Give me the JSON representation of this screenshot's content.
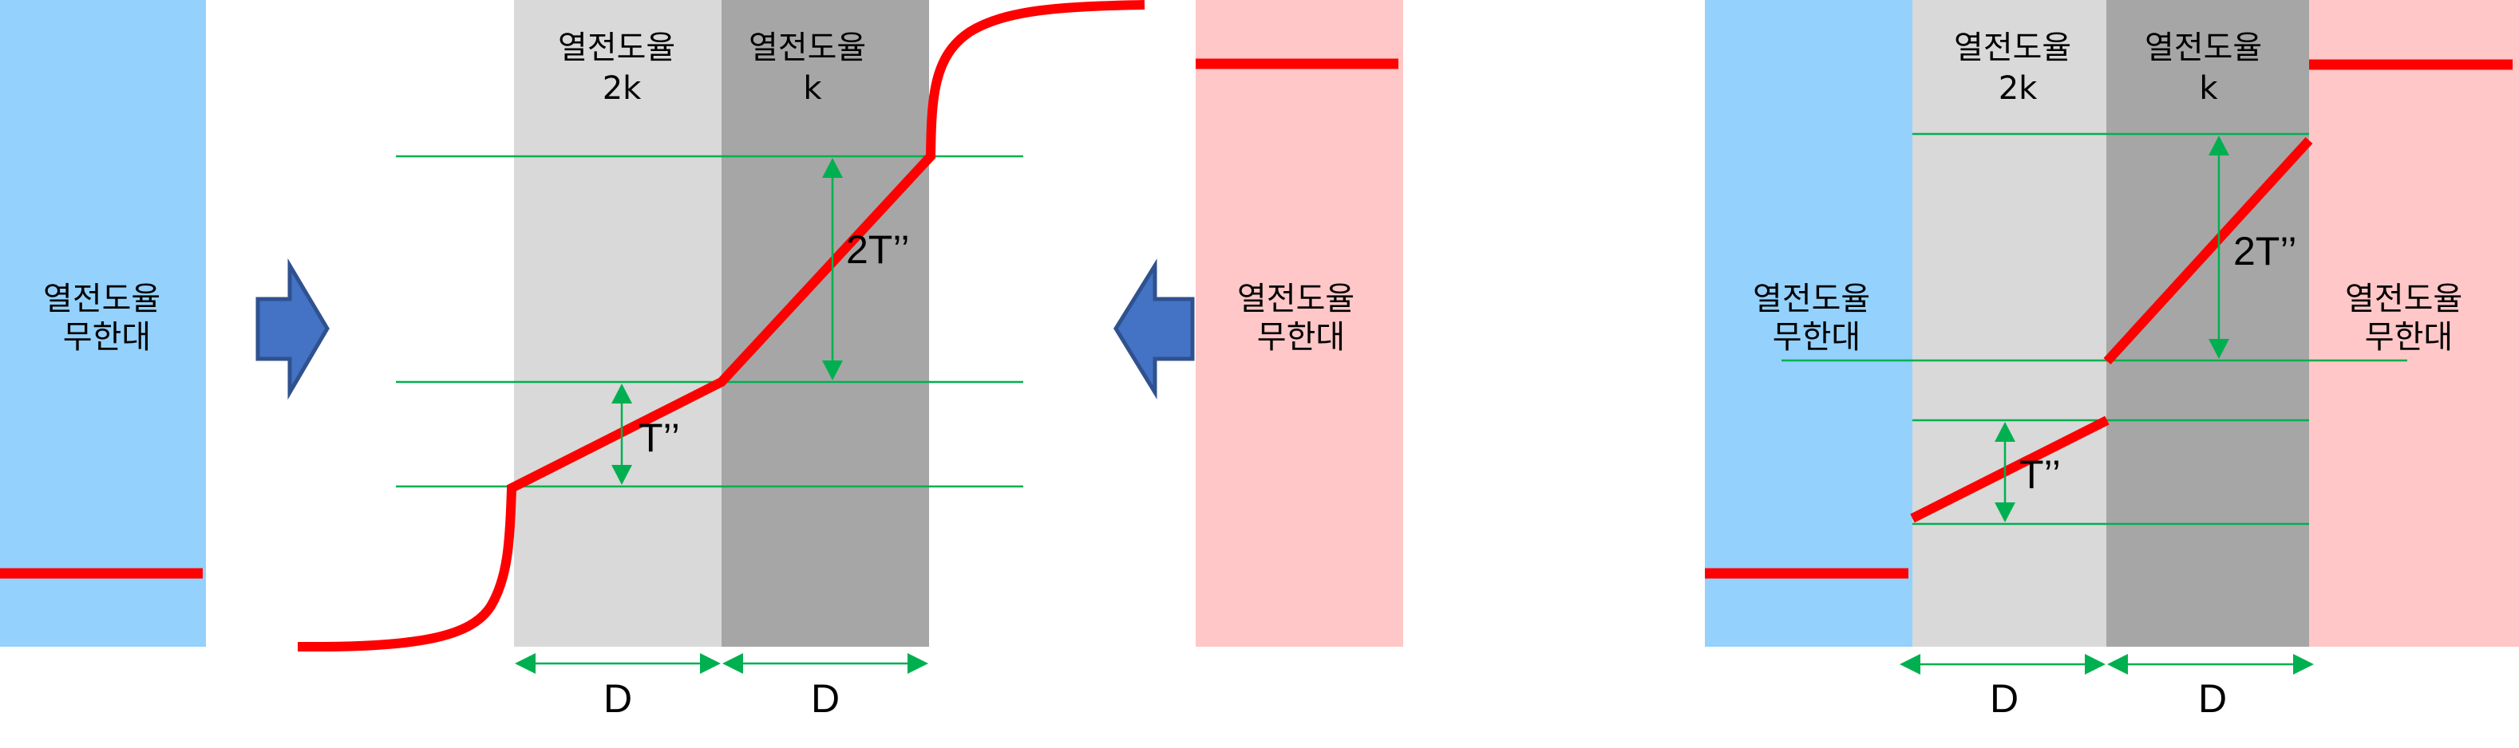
{
  "colors": {
    "infinite_left": "#94D1FD",
    "infinite_right": "#FFC7C7",
    "layer_2k": "#D9D9D9",
    "layer_k": "#A6A6A6",
    "temperature_line": "#FF0000",
    "dimension_line": "#00B050",
    "arrow_fill": "#4472C4",
    "arrow_stroke": "#2F528F"
  },
  "left_diagram": {
    "left_block": {
      "line1": "열전도율",
      "line2": "무한대"
    },
    "layer_2k": {
      "line1": "열전도율",
      "line2": "2k"
    },
    "layer_k": {
      "line1": "열전도율",
      "line2": "k"
    },
    "right_block": {
      "line1": "열전도율",
      "line2": "무한대"
    },
    "delta_small": "T’’",
    "delta_large": "2T’’",
    "thickness_1": "D",
    "thickness_2": "D",
    "arrow_right_icon": "block-arrow-right",
    "arrow_left_icon": "block-arrow-left"
  },
  "right_diagram": {
    "left_block": {
      "line1": "열전도율",
      "line2": "무한대"
    },
    "layer_2k": {
      "line1": "열전도율",
      "line2": "2k"
    },
    "layer_k": {
      "line1": "열전도율",
      "line2": "k"
    },
    "right_block": {
      "line1": "열전도율",
      "line2": "무한대"
    },
    "delta_small": "T’’",
    "delta_large": "2T’’",
    "thickness_1": "D",
    "thickness_2": "D"
  }
}
